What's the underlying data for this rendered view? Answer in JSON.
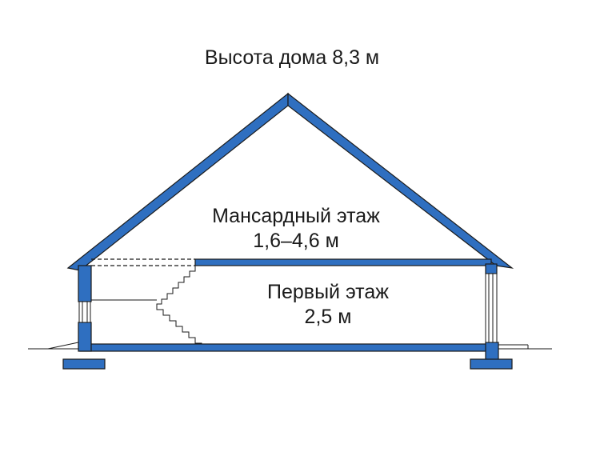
{
  "labels": {
    "house_height": "Высота дома 8,3 м",
    "attic_floor_name": "Мансардный этаж",
    "attic_floor_height": "1,6–4,6 м",
    "first_floor_name": "Первый этаж",
    "first_floor_height": "2,5 м"
  },
  "colors": {
    "structure_fill": "#2f6fc0",
    "outline": "#1a1a1a",
    "background": "#ffffff"
  }
}
